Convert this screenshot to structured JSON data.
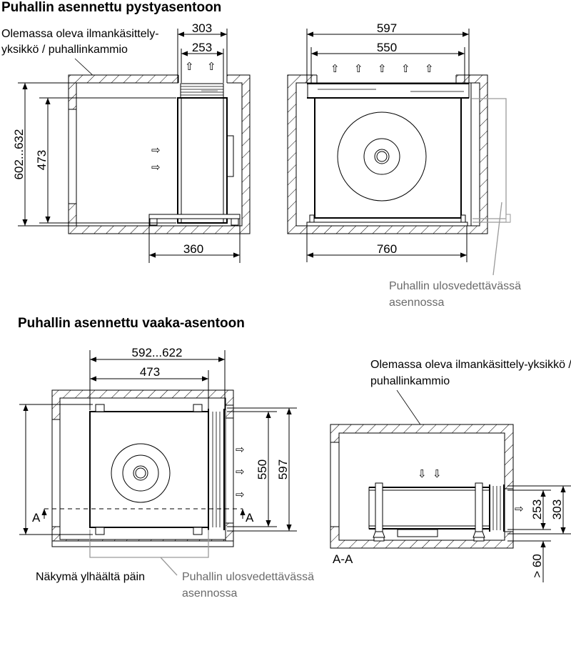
{
  "section_vertical": {
    "title": "Puhallin asennettu pystyasentoon",
    "existing_unit_label_line1": "Olemassa oleva ilmankäsittely-",
    "existing_unit_label_line2": "yksikkö / puhallinkammio",
    "side_view": {
      "dim_outer_width": "303",
      "dim_inner_width": "253",
      "dim_height_range": "602...632",
      "dim_height": "473",
      "dim_depth": "360"
    },
    "front_view": {
      "dim_outer_width": "597",
      "dim_inner_width": "550",
      "dim_base_width": "760",
      "pullout_label_line1": "Puhallin ulosvedettävässä",
      "pullout_label_line2": "asennossa"
    }
  },
  "section_horizontal": {
    "title": "Puhallin asennettu vaaka-asentoon",
    "top_view": {
      "dim_outer_length": "592...622",
      "dim_inner_length": "473",
      "dim_inner_width": "550",
      "dim_outer_width": "597",
      "section_marker_left": "A",
      "section_marker_right": "A",
      "view_label": "Näkymä ylhäältä päin",
      "pullout_label_line1": "Puhallin ulosvedettävässä",
      "pullout_label_line2": "asennossa"
    },
    "section_view": {
      "existing_unit_label_line1": "Olemassa oleva ilmankäsittely-yksikkö /",
      "existing_unit_label_line2": "puhallinkammio",
      "section_label": "A-A",
      "dim_inner_height": "253",
      "dim_outer_height": "303",
      "dim_clearance": "> 60"
    }
  },
  "icons": {
    "airflow_up": "⇧",
    "airflow_right": "⇨",
    "airflow_down": "⇩"
  }
}
